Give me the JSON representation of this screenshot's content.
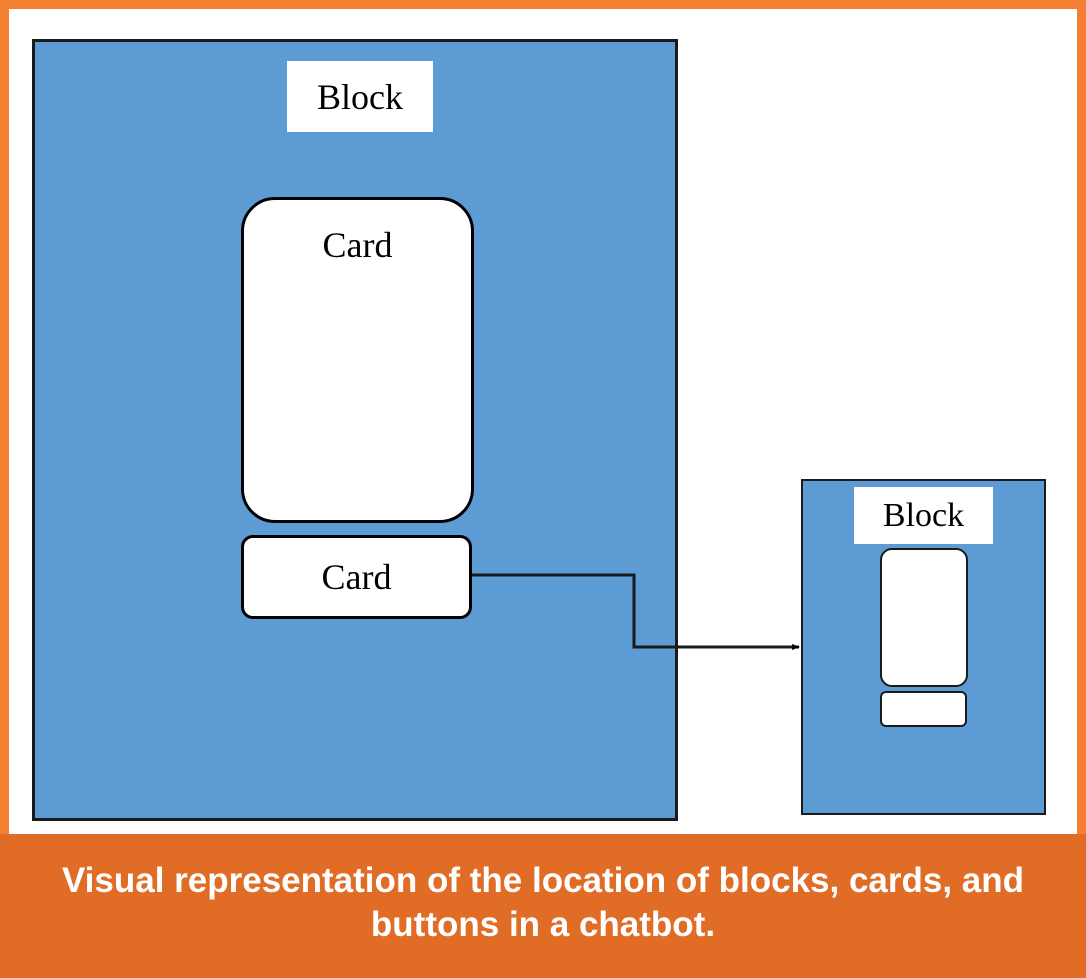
{
  "diagram": {
    "main_block": {
      "label": "Block",
      "card": "Card",
      "button_card": "Card"
    },
    "linked_block": {
      "label": "Block"
    }
  },
  "caption": {
    "text": "Visual representation of the location of blocks, cards, and buttons in a chatbot."
  },
  "colors": {
    "frame": "#f47f33",
    "block_fill": "#5c9bd4",
    "caption_bar": "#e06c26",
    "card_fill": "#ffffff"
  }
}
